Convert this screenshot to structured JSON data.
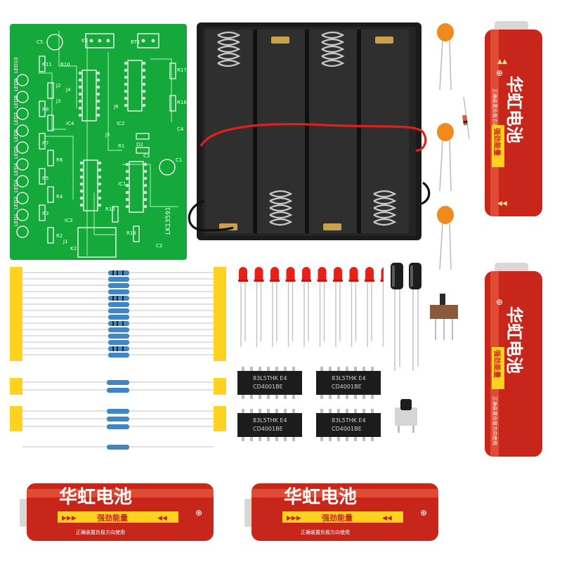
{
  "pcb": {
    "model": "LK13591",
    "labels": {
      "k1": "K1",
      "bt1": "BT1",
      "c5": "C5",
      "r11": "R11",
      "r10": "R10",
      "r17": "R17",
      "j2": "J2",
      "j3": "J3",
      "j4": "J4",
      "r16": "R16",
      "ic4": "IC4",
      "j6": "J6",
      "r8": "R8",
      "c4": "C4",
      "ic2": "IC2",
      "j5": "J5",
      "r1": "R1",
      "d2": "D2",
      "c3": "C3",
      "r7": "R7",
      "r6": "R6",
      "c1": "C1",
      "ic1": "IC1",
      "r5": "R5",
      "r4": "R4",
      "r3": "R3",
      "r15": "R15",
      "ic3": "IC3",
      "r2": "R2",
      "j1": "J1",
      "k2": "K2",
      "c2": "C2",
      "r14": "R14"
    },
    "led_labels": [
      "LED10",
      "LED9",
      "LED8",
      "LED7",
      "LED6",
      "LED5",
      "LED4",
      "LED3",
      "LED2",
      "LED1"
    ]
  },
  "chips": [
    {
      "line1": "83L5THK E4",
      "line2": "CD4001BE"
    },
    {
      "line1": "83L5THK E4",
      "line2": "CD4001BE"
    },
    {
      "line1": "83L5THK E4",
      "line2": "CD4001BE"
    },
    {
      "line1": "83L5THK E4",
      "line2": "CD4001BE"
    }
  ],
  "battery": {
    "brand": "华虹电池",
    "slogan": "强劲能量",
    "fine_print": "正确装置负极方向使用",
    "plus_sign": "⊕",
    "colors": {
      "body": "#c9261b",
      "highlight": "#f06a4a",
      "cap": "#d8d8d8"
    }
  },
  "colors": {
    "pcb": "#15a83a",
    "pcb_dark": "#0d8c2c",
    "holder": "#1a1a1a",
    "led": "#e8201a",
    "tape": "#ffd21f",
    "capacitor_disc": "#f08a1c"
  }
}
